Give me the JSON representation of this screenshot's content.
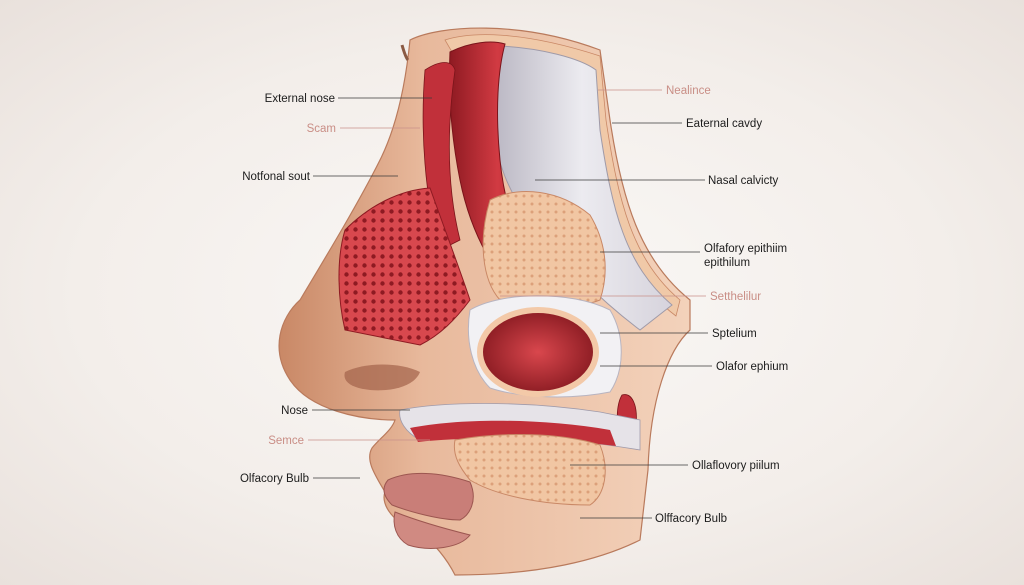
{
  "labels": {
    "left": [
      {
        "text": "External nose"
      },
      {
        "text": "Scam"
      },
      {
        "text": "Notfonal sout"
      },
      {
        "text": "Nose"
      },
      {
        "text": "Semce"
      },
      {
        "text": "Olfacory Bulb"
      }
    ],
    "right": [
      {
        "text": "Nealince"
      },
      {
        "text": "Eaternal cavdy"
      },
      {
        "text": "Nasal calvicty"
      },
      {
        "text": "Olfafory epithiim"
      },
      {
        "text": "epithilum"
      },
      {
        "text": "Setthelilur"
      },
      {
        "text": "Sptelium"
      },
      {
        "text": "Olafor ephium"
      },
      {
        "text": "Ollaflovory piilum"
      },
      {
        "text": "Olffacory Bulb"
      }
    ]
  },
  "colors": {
    "skin": "#e8b99c",
    "skin_dark": "#c98866",
    "tissue_red": "#c9303a",
    "tissue_dark": "#8e1a22",
    "mucosa": "#e6e3e8",
    "bone": "#f0c9a8",
    "label_dark": "#1c1c1c",
    "label_pink": "#c98e86"
  }
}
